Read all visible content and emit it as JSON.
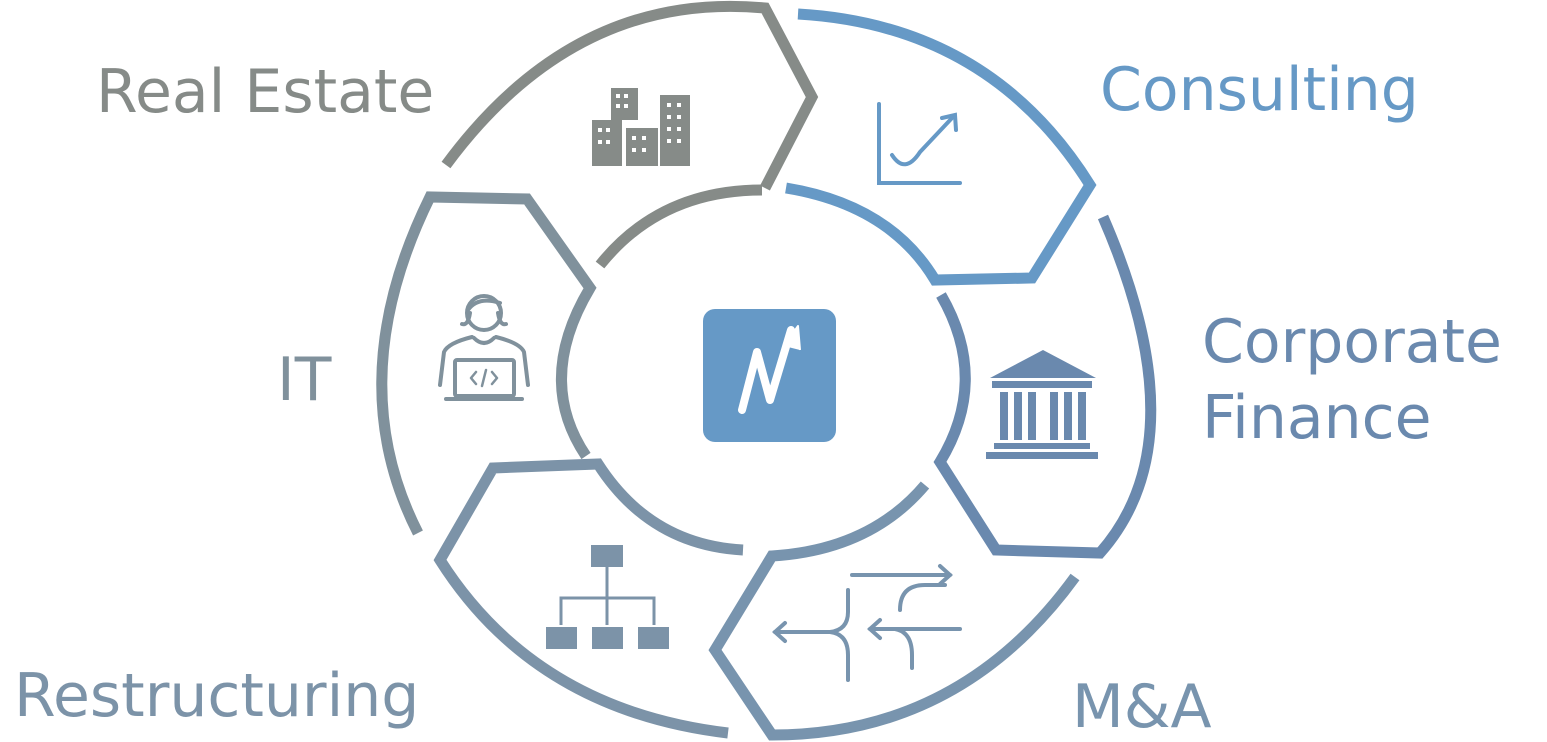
{
  "segments": [
    {
      "id": "real-estate",
      "label": "Real Estate",
      "color": "#868B88",
      "icon": "buildings-icon"
    },
    {
      "id": "consulting",
      "label": "Consulting",
      "color": "#6699C6",
      "icon": "growth-chart-icon"
    },
    {
      "id": "corporate-finance",
      "label_lines": [
        "Corporate",
        "Finance"
      ],
      "color": "#6A89AE",
      "icon": "bank-icon"
    },
    {
      "id": "ma",
      "label": "M&A",
      "color": "#7894AE",
      "icon": "merge-arrows-icon"
    },
    {
      "id": "restructuring",
      "label": "Restructuring",
      "color": "#7C93A8",
      "icon": "org-chart-icon"
    },
    {
      "id": "it",
      "label": "IT",
      "color": "#80919C",
      "icon": "developer-laptop-icon"
    }
  ],
  "center": {
    "icon": "company-logo-icon",
    "color": "#6699C6"
  }
}
